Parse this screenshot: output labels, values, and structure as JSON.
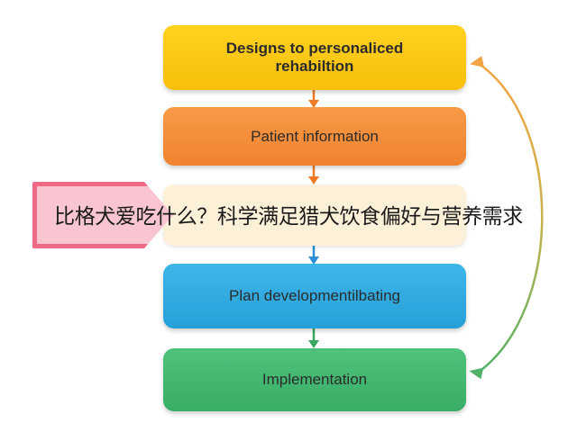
{
  "steps": [
    {
      "label_line1": "Designs to personaliced",
      "label_line2": "rehabiltion",
      "color": "#f9c817"
    },
    {
      "label": "Patient information",
      "color": "#f48e3a"
    },
    {
      "label": "",
      "color": "#fdf0d8"
    },
    {
      "label": "Plan developmentilbating",
      "color": "#2ea8df"
    },
    {
      "label": "Implementation",
      "color": "#42b571"
    }
  ],
  "connector_colors": {
    "orange": "#ee7b24",
    "blue": "#2a8fd6",
    "green": "#3aa860",
    "feedback_top": "#f2a341",
    "feedback_bottom": "#4fb266"
  },
  "overlay": {
    "title": "比格犬爱吃什么？科学满足猎犬饮食偏好与营养需求",
    "tab_color": "#f06a87",
    "tab_fill": "#f8c5d0"
  }
}
